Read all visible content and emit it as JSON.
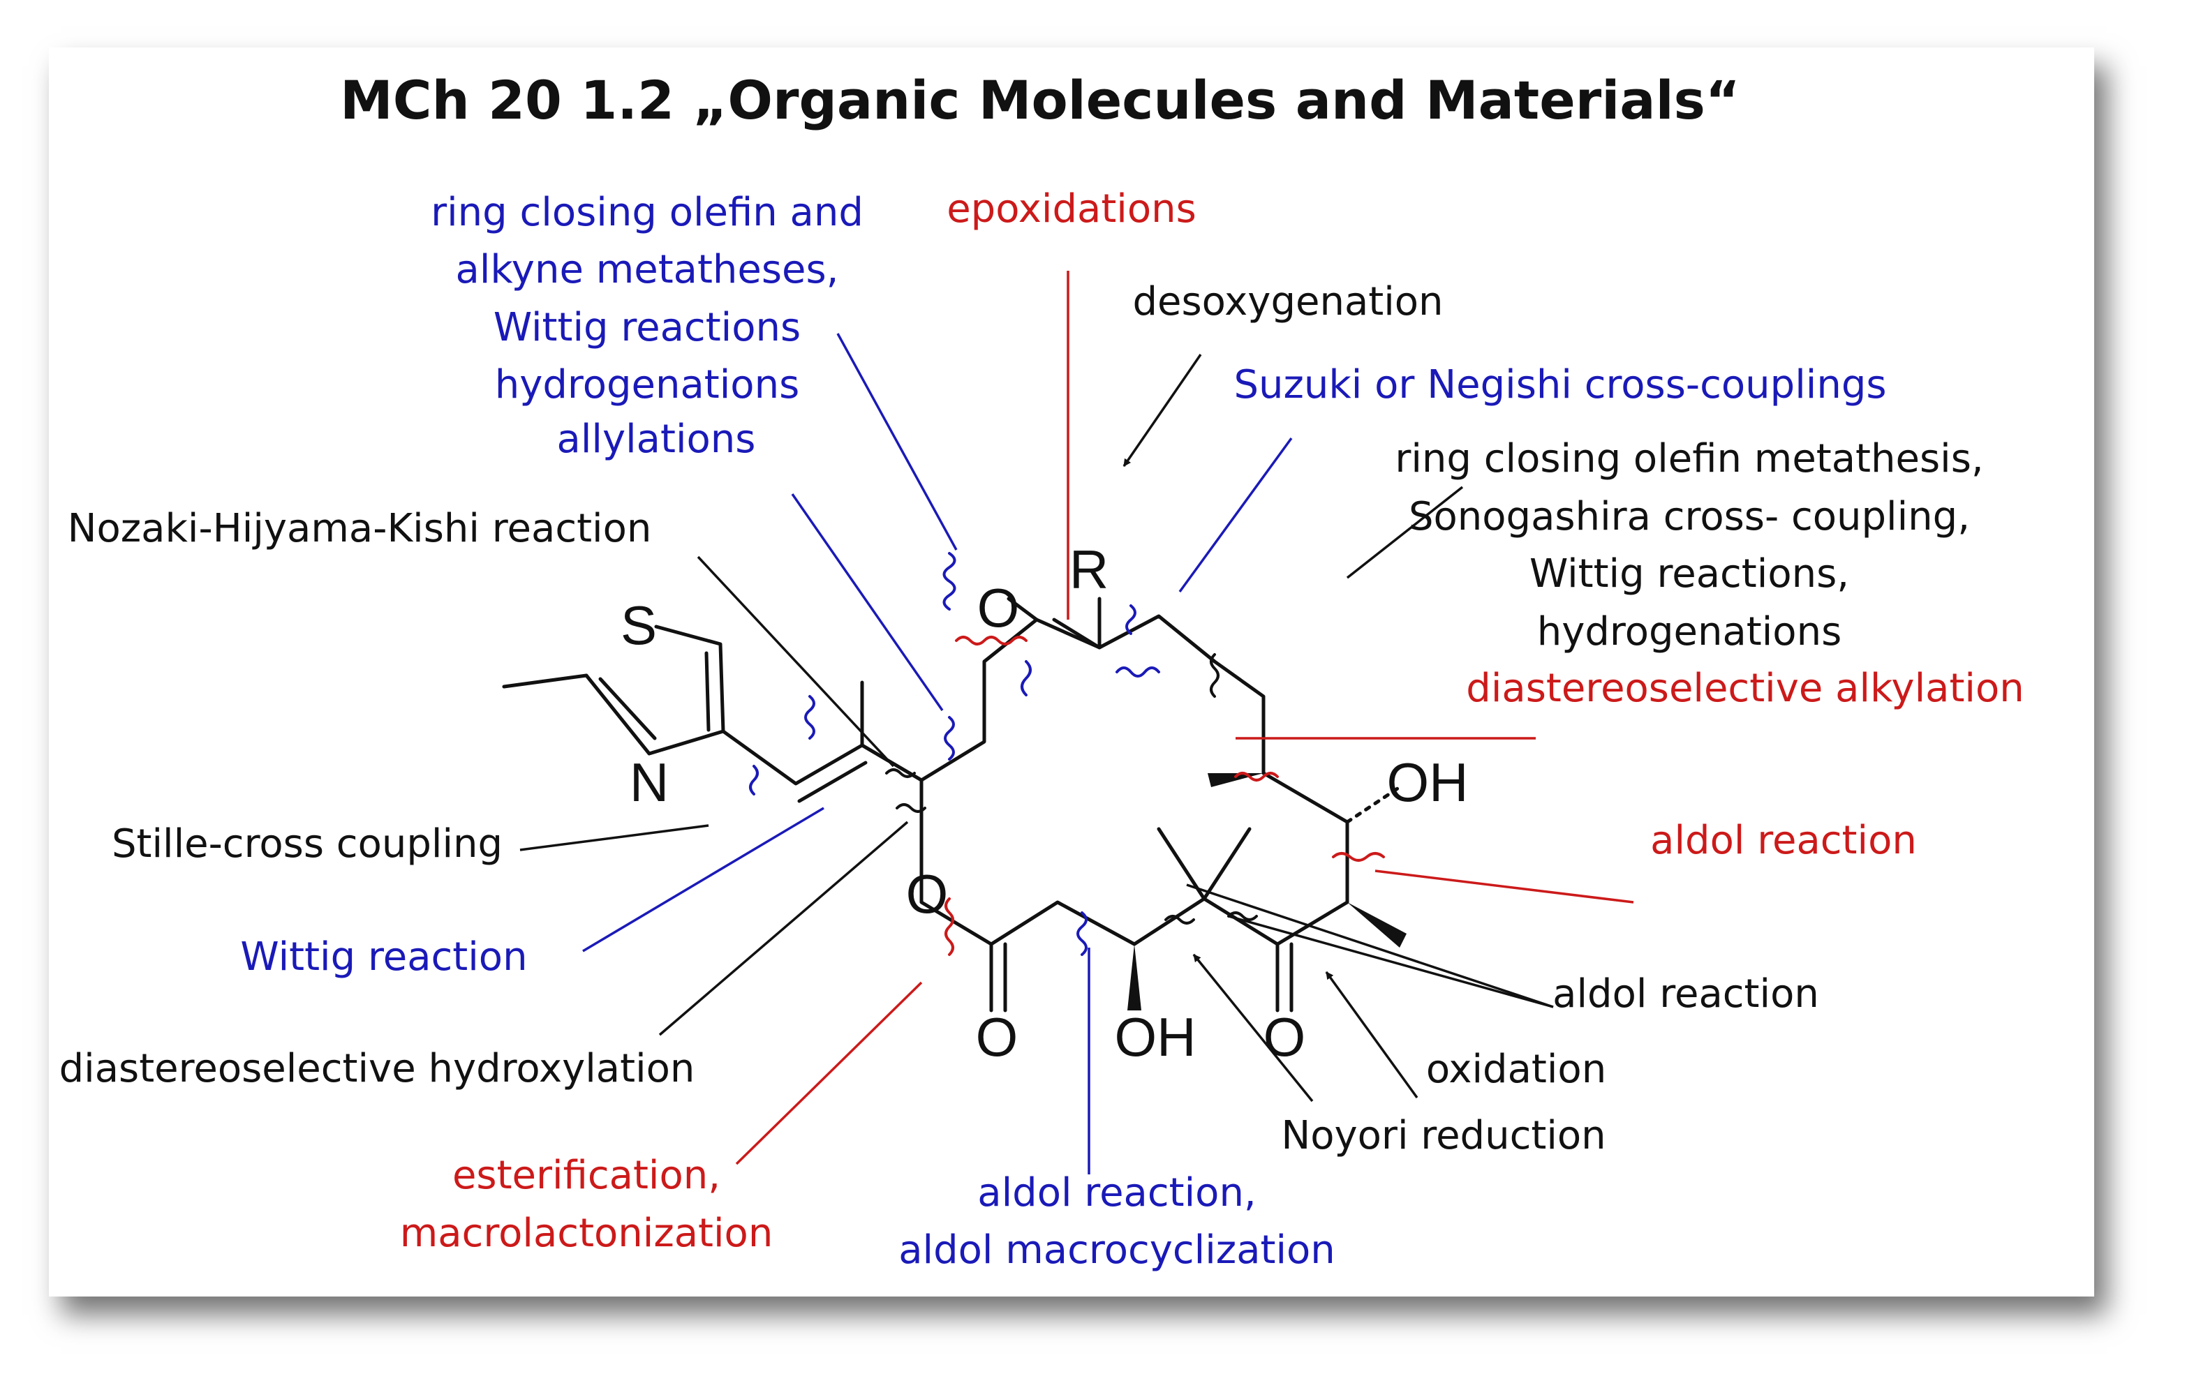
{
  "title": "MCh 20 1.2 „Organic Molecules and Materials“",
  "colors": {
    "black": "#111111",
    "blue": "#1a1ab8",
    "red": "#cc1a1a"
  },
  "labels": {
    "ring_closing_alkyne": [
      "ring closing olefin and",
      "alkyne metatheses,",
      "Wittig reactions",
      "hydrogenations",
      "allylations"
    ],
    "epoxidations": "epoxidations",
    "desoxygenation": "desoxygenation",
    "suzuki": "Suzuki  or Negishi cross-couplings",
    "ring_closing_olefin": [
      "ring closing olefin metathesis,",
      "Sonogashira cross- coupling,",
      "Wittig reactions,",
      "hydrogenations"
    ],
    "diastereo_alkylation": "diastereoselective alkylation",
    "aldol_right": "aldol reaction",
    "aldol_lower_right": "aldol reaction",
    "oxidation": "oxidation",
    "noyori": "Noyori reduction",
    "aldol_macro": [
      "aldol reaction,",
      "aldol macrocyclization"
    ],
    "esterification": [
      "esterification,",
      "macrolactonization"
    ],
    "diastereo_hydroxylation": "diastereoselective hydroxylation",
    "wittig_reaction": "Wittig reaction",
    "stille": "Stille-cross coupling",
    "nozaki": "Nozaki-Hijyama-Kishi reaction"
  },
  "atoms": {
    "S": "S",
    "N": "N",
    "O_epox": "O",
    "R": "R",
    "OH_top": "OH",
    "O_ester": "O",
    "O_carbonyl1": "O",
    "OH_bottom": "OH",
    "O_carbonyl2": "O"
  }
}
